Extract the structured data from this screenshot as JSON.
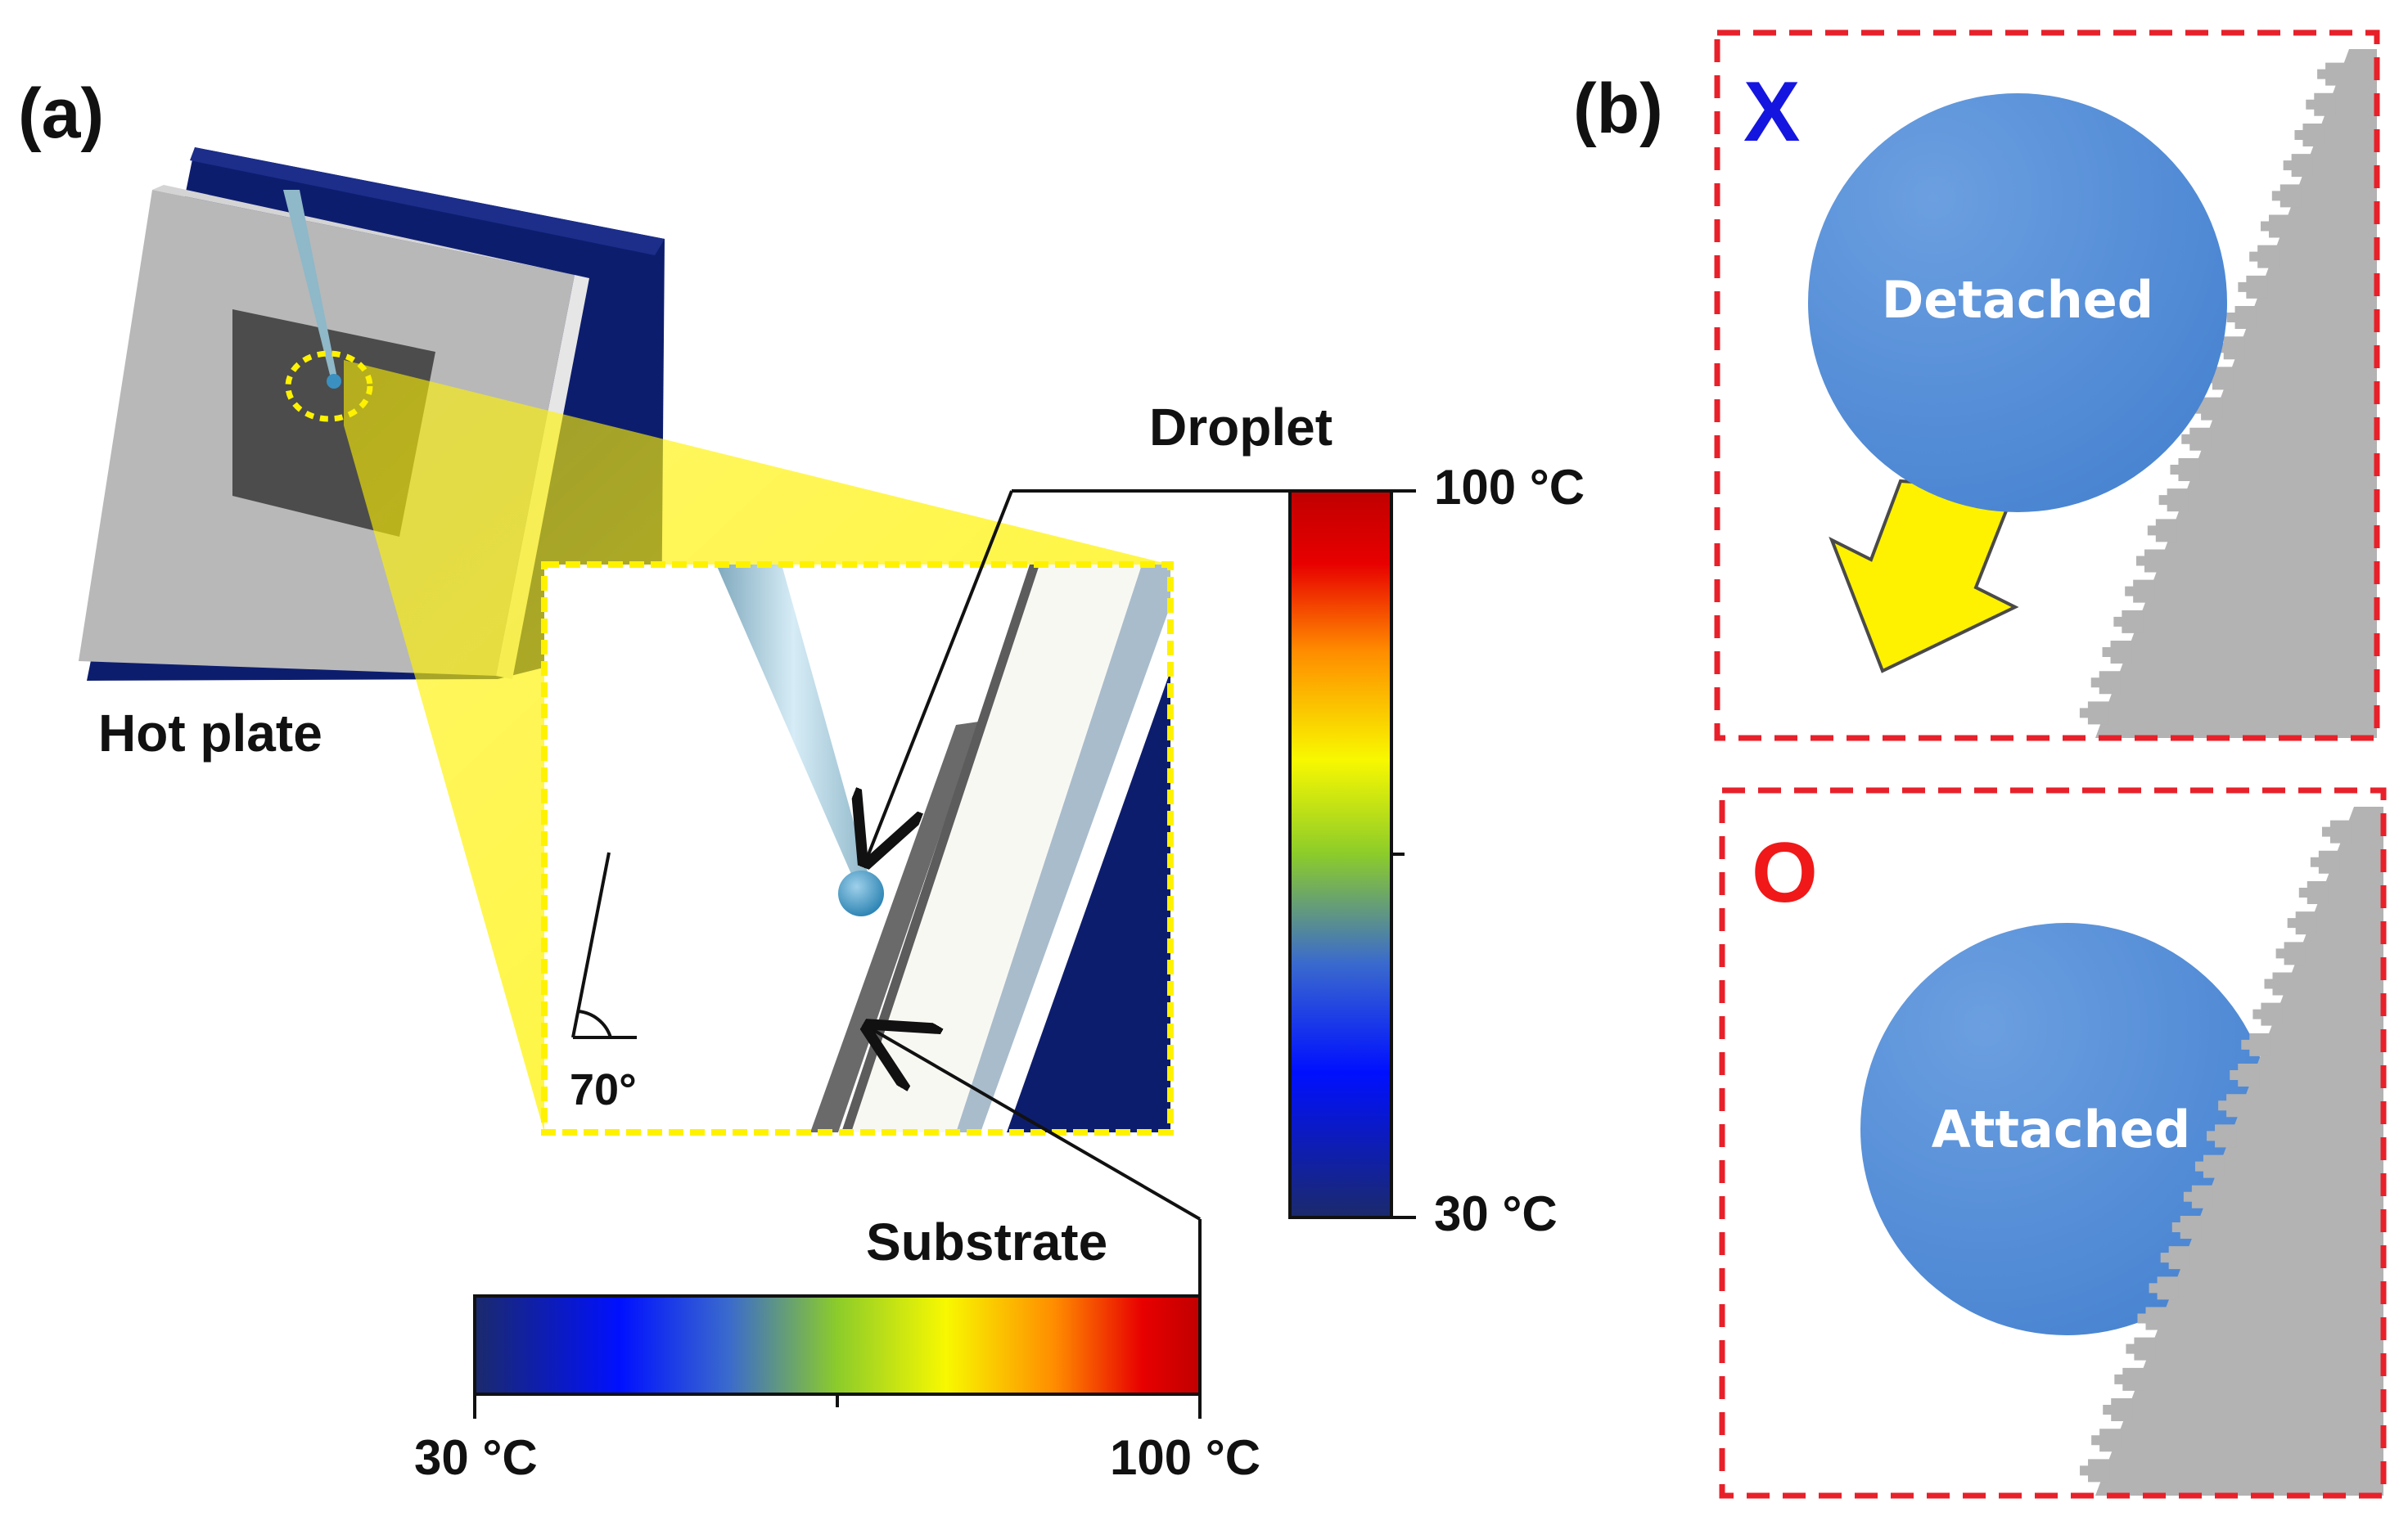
{
  "panel_a": {
    "tag": "(a)",
    "hot_plate_label": "Hot plate",
    "droplet_label": "Droplet",
    "substrate_label": "Substrate",
    "angle_label": "70°",
    "vertical_colorbar": {
      "max_label": "100 °C",
      "min_label": "30 °C"
    },
    "horizontal_colorbar": {
      "min_label": "30 °C",
      "max_label": "100 °C"
    }
  },
  "panel_b": {
    "tag": "(b)",
    "top_box": {
      "mark": "X",
      "mark_color": "#1515e0",
      "droplet_label": "Detached"
    },
    "bottom_box": {
      "mark": "O",
      "mark_color": "#f01818",
      "droplet_label": "Attached"
    }
  },
  "colors": {
    "plate_blue": "#0d1d6e",
    "plate_gray": "#b8b8b8",
    "highlight_yellow": "#fff200",
    "droplet_blue": "#5a8fd6",
    "dash_red": "#e8202a",
    "surface_gray": "#b3b3b3"
  },
  "colormap": [
    "#1b2a6b",
    "#0010ff",
    "#54c832",
    "#f8f800",
    "#ff8c00",
    "#e00000",
    "#b00000"
  ]
}
